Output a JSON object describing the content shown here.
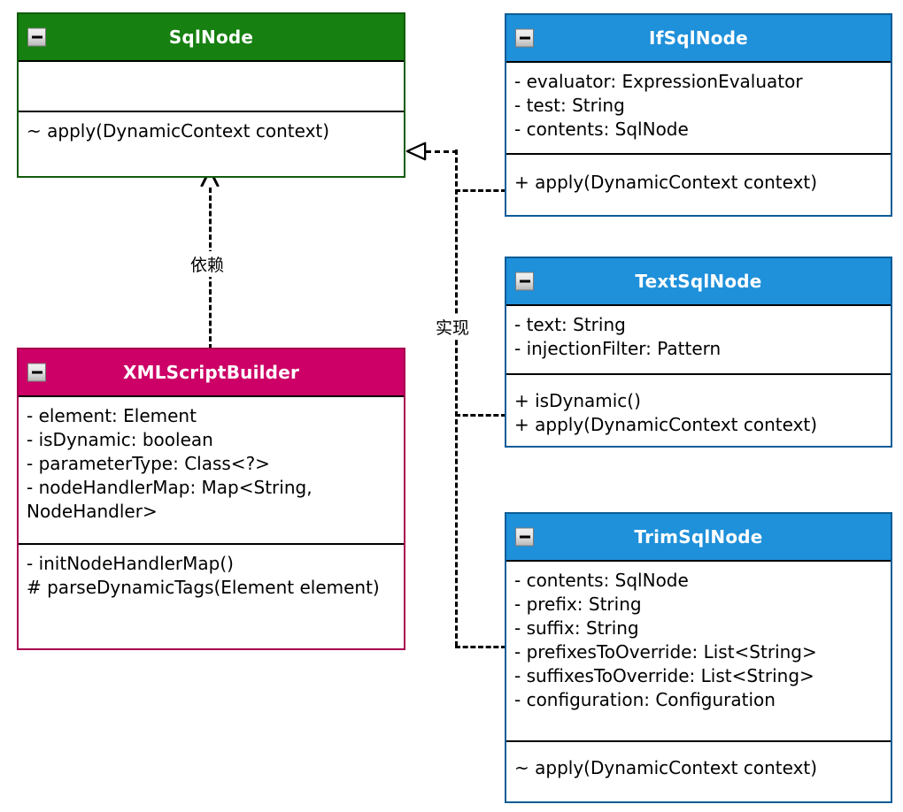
{
  "diagram": {
    "type": "uml-class-diagram",
    "background": "#ffffff",
    "colors": {
      "interface_header": "#168010",
      "builder_header": "#cc0066",
      "impl_header": "#1f90da",
      "line": "#000000",
      "text": "#000000",
      "header_text": "#ffffff"
    }
  },
  "classes": [
    {
      "id": "sqlnode",
      "name": "SqlNode",
      "header_color": "#168010",
      "minimize_icon": "minimize-icon",
      "attributes": [],
      "operations": [
        "~ apply(DynamicContext context)"
      ]
    },
    {
      "id": "xmlscriptbuilder",
      "name": "XMLScriptBuilder",
      "header_color": "#cc0066",
      "minimize_icon": "minimize-icon",
      "attributes": [
        "- element:  Element",
        "- isDynamic:  boolean",
        "- parameterType:  Class<?>",
        "- nodeHandlerMap:  Map<String, NodeHandler>"
      ],
      "operations": [
        "- initNodeHandlerMap()",
        "# parseDynamicTags(Element element)"
      ]
    },
    {
      "id": "ifsqlnode",
      "name": "IfSqlNode",
      "header_color": "#1f90da",
      "minimize_icon": "minimize-icon",
      "attributes": [
        "- evaluator:  ExpressionEvaluator",
        "- test:  String",
        "- contents:  SqlNode"
      ],
      "operations": [
        "+ apply(DynamicContext context)"
      ]
    },
    {
      "id": "textsqlnode",
      "name": "TextSqlNode",
      "header_color": "#1f90da",
      "minimize_icon": "minimize-icon",
      "attributes": [
        "- text:  String",
        "- injectionFilter:  Pattern"
      ],
      "operations": [
        "+ isDynamic()",
        "+ apply(DynamicContext context)"
      ]
    },
    {
      "id": "trimsqlnode",
      "name": "TrimSqlNode",
      "header_color": "#1f90da",
      "minimize_icon": "minimize-icon",
      "attributes": [
        "- contents:  SqlNode",
        "- prefix:  String",
        "- suffix:  String",
        "- prefixesToOverride:  List<String>",
        "- suffixesToOverride:  List<String>",
        "- configuration:  Configuration"
      ],
      "operations": [
        "~ apply(DynamicContext context)"
      ]
    }
  ],
  "relations": [
    {
      "id": "dependency",
      "label": "依赖",
      "kind": "dependency",
      "from": "xmlscriptbuilder",
      "to": "sqlnode",
      "style": "dashed-open-arrow"
    },
    {
      "id": "realization",
      "label": "实现",
      "kind": "realization",
      "from": [
        "ifsqlnode",
        "textsqlnode",
        "trimsqlnode"
      ],
      "to": "sqlnode",
      "style": "dashed-hollow-triangle"
    }
  ]
}
